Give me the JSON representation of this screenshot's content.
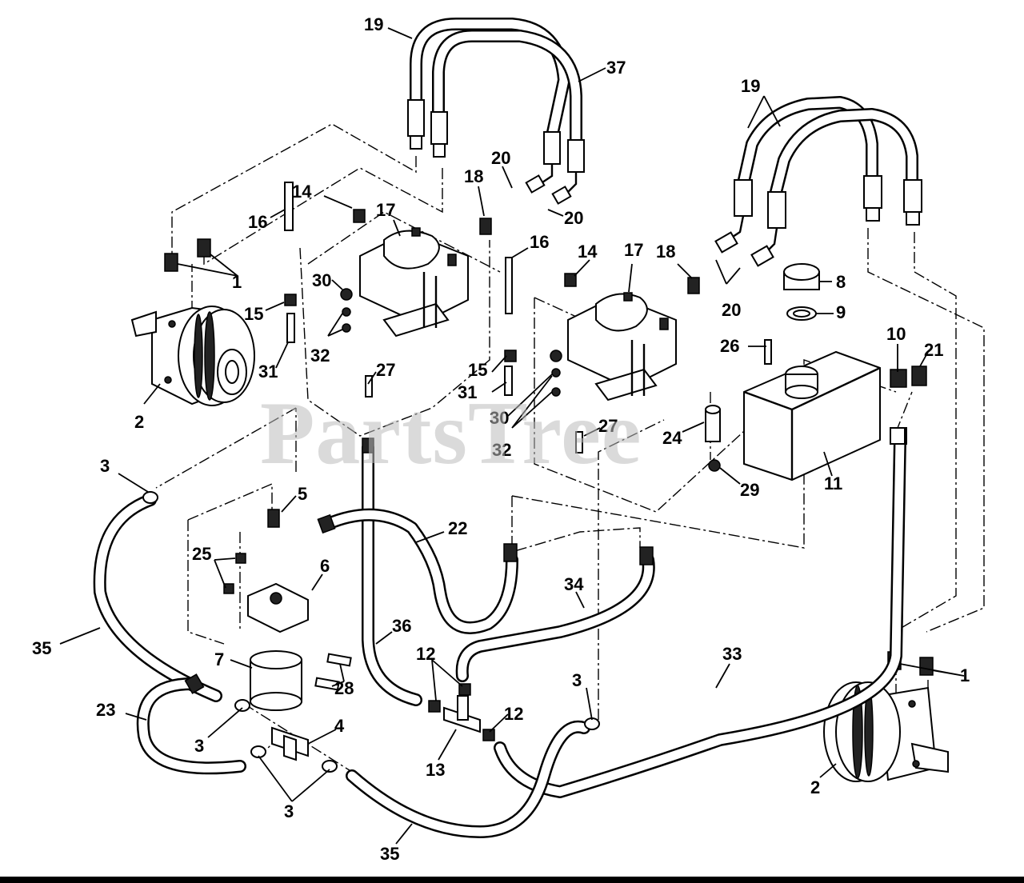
{
  "watermark": "PartsTree",
  "callouts": [
    {
      "id": "19a",
      "label": "19"
    },
    {
      "id": "37",
      "label": "37"
    },
    {
      "id": "19b",
      "label": "19"
    },
    {
      "id": "20a",
      "label": "20"
    },
    {
      "id": "18a",
      "label": "18"
    },
    {
      "id": "14a",
      "label": "14"
    },
    {
      "id": "17a",
      "label": "17"
    },
    {
      "id": "16a",
      "label": "16"
    },
    {
      "id": "20b",
      "label": "20"
    },
    {
      "id": "16b",
      "label": "16"
    },
    {
      "id": "14b",
      "label": "14"
    },
    {
      "id": "17b",
      "label": "17"
    },
    {
      "id": "18b",
      "label": "18"
    },
    {
      "id": "8",
      "label": "8"
    },
    {
      "id": "1a",
      "label": "1"
    },
    {
      "id": "30a",
      "label": "30"
    },
    {
      "id": "15a",
      "label": "15"
    },
    {
      "id": "32a",
      "label": "32"
    },
    {
      "id": "20c",
      "label": "20"
    },
    {
      "id": "9",
      "label": "9"
    },
    {
      "id": "10",
      "label": "10"
    },
    {
      "id": "21",
      "label": "21"
    },
    {
      "id": "26",
      "label": "26"
    },
    {
      "id": "31a",
      "label": "31"
    },
    {
      "id": "27a",
      "label": "27"
    },
    {
      "id": "15b",
      "label": "15"
    },
    {
      "id": "31b",
      "label": "31"
    },
    {
      "id": "2a",
      "label": "2"
    },
    {
      "id": "30b",
      "label": "30"
    },
    {
      "id": "32b",
      "label": "32"
    },
    {
      "id": "27b",
      "label": "27"
    },
    {
      "id": "24",
      "label": "24"
    },
    {
      "id": "11",
      "label": "11"
    },
    {
      "id": "29",
      "label": "29"
    },
    {
      "id": "3a",
      "label": "3"
    },
    {
      "id": "5",
      "label": "5"
    },
    {
      "id": "22",
      "label": "22"
    },
    {
      "id": "25",
      "label": "25"
    },
    {
      "id": "6",
      "label": "6"
    },
    {
      "id": "34",
      "label": "34"
    },
    {
      "id": "35a",
      "label": "35"
    },
    {
      "id": "7",
      "label": "7"
    },
    {
      "id": "36",
      "label": "36"
    },
    {
      "id": "33",
      "label": "33"
    },
    {
      "id": "12a",
      "label": "12"
    },
    {
      "id": "28",
      "label": "28"
    },
    {
      "id": "1b",
      "label": "1"
    },
    {
      "id": "3b",
      "label": "3"
    },
    {
      "id": "23",
      "label": "23"
    },
    {
      "id": "4",
      "label": "4"
    },
    {
      "id": "12b",
      "label": "12"
    },
    {
      "id": "3c",
      "label": "3"
    },
    {
      "id": "13",
      "label": "13"
    },
    {
      "id": "3d",
      "label": "3"
    },
    {
      "id": "2b",
      "label": "2"
    },
    {
      "id": "35b",
      "label": "35"
    }
  ]
}
